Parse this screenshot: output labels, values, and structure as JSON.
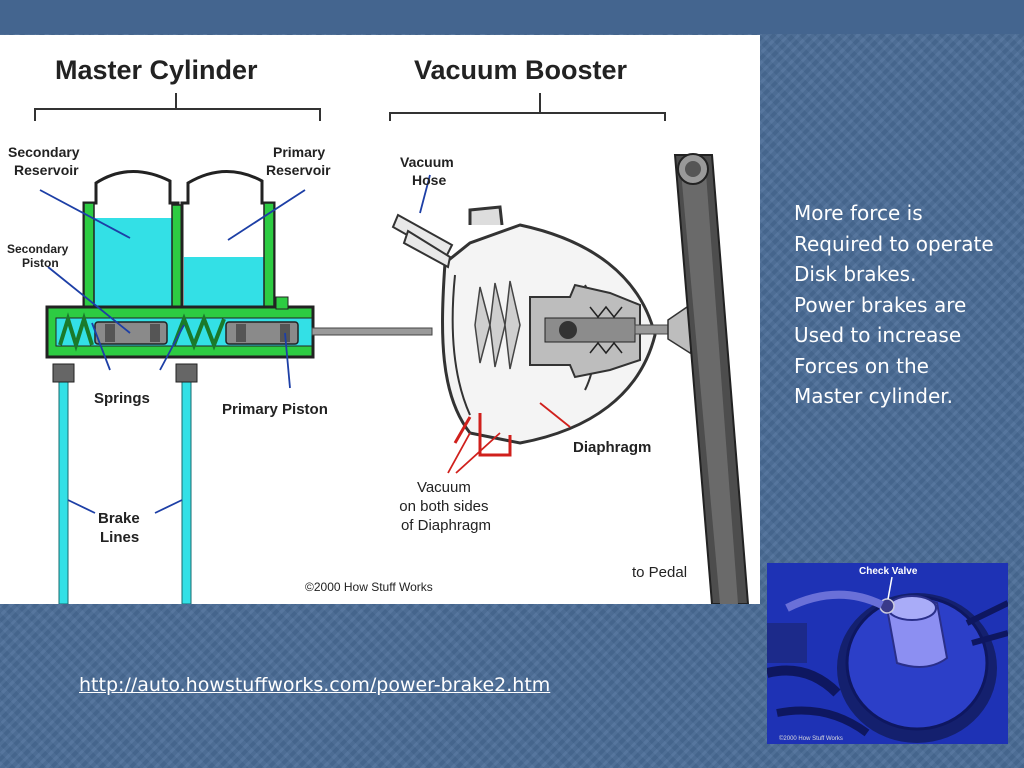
{
  "diagram": {
    "section_titles": {
      "master_cylinder": "Master Cylinder",
      "vacuum_booster": "Vacuum Booster"
    },
    "labels": {
      "secondary_reservoir": [
        "Secondary",
        "Reservoir"
      ],
      "primary_reservoir": [
        "Primary",
        "Reservoir"
      ],
      "secondary_piston": [
        "Secondary",
        "Piston"
      ],
      "springs": "Springs",
      "primary_piston": "Primary Piston",
      "brake_lines": [
        "Brake",
        "Lines"
      ],
      "vacuum_hose": [
        "Vacuum",
        "Hose"
      ],
      "diaphragm": "Diaphragm",
      "vacuum_note": [
        "Vacuum",
        "on both sides",
        "of Diaphragm"
      ],
      "to_pedal": "to Pedal",
      "copyright": "©2000 How Stuff Works"
    }
  },
  "side_text": [
    "More force is",
    "Required to operate",
    "Disk brakes.",
    "Power brakes are",
    "Used to increase",
    "Forces on the",
    "Master cylinder."
  ],
  "source_link": "http://auto.howstuffworks.com/power-brake2.htm",
  "photo": {
    "label": "Check Valve",
    "copyright": "©2000 How Stuff Works"
  },
  "colors": {
    "background": "#4a6c97",
    "fluid": "#33e0e6",
    "cylinder": "#2dcc42",
    "pointer_red": "#d0201c",
    "pointer_blue": "#1d3fa6"
  }
}
